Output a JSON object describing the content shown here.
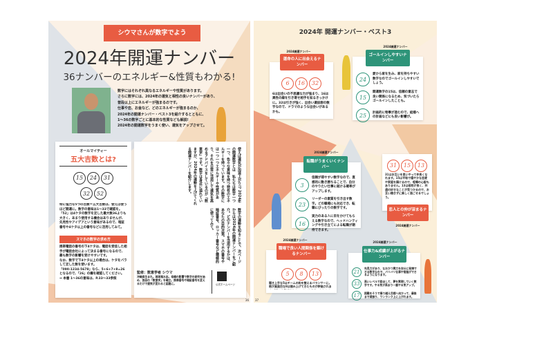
{
  "left_page": {
    "ribbon": "シウマさんが数字でよう",
    "title": "2024年開運ナンバー",
    "subtitle": "36ナンバーのエネルギー&性質もわかる!",
    "intro": [
      "数字にはそれぞれ異なるエネルギーや性質があります。",
      "さらに数字には、2024年の運気と相性の良いナンバーがあり、",
      "普段以上にエネルギーが強まるのです。",
      "仕事や恋、お金など、どのエネルギーが強まるのか、",
      "2024年の開運ナンバー・ベスト3を紹介するとともに、",
      "1〜36の数字ごとに基本的な性質なども解説!",
      "2024年の開運数字をうまく使い、運気をアップさせて。"
    ],
    "box": {
      "kicker": "オールマイティー",
      "title": "五大吉数とは?",
      "numbers": [
        "15",
        "24",
        "31",
        "32",
        "52"
      ],
      "body": "特に強力な5つの吉数＝五大吉数は、使えば使うほど開運に。数字の意味は1〜33で確認を。「52」は4ケタの数字を足した最大数36よりも大きく、あまり使用する機会はありませんが、先見性やアイデアという意味があるので、暗証番号や4ケタ以上の番号などに活用してみて。",
      "section": "スマホの数字の求め方",
      "section_body": [
        "携帯電話の番号の下4ケタは、電話を受信した相手が電話会社によって決まる番号になるので、最も数字の影響を受けやすいです。",
        "なお、数字で下4ケタ以上の場合は、ケタをバラして足した数を使います。",
        "「090-1234-5678」なら、5+6+7+8=26 となるので、「26」の欄を確認してください。",
        "⇒ 本書 1〜36の意味は、P.33〜33参照"
      ]
    },
    "article_title": "使えば運気が加速上がり!? 2024年の開運数字とは",
    "article_body": "私たちは数字一つ一つ、色々な意味を持つ特有のエネルギーを持っています。その数字には一つ一つエネルギーや性質があり、それを日常に活用して運気を高めるアドバイスをしているのが「数意学」です。数字は身近に溢れていますが、2024年の運勢を上げてくれる開運ナンバーを紹介します。",
    "article_body2": "数字の運勢を知ることで、次ページからは2024年の開運ナンバーをご紹介。どのナンバーを活用するかは、あなたの目的次第。スマホの番号や暗証番号、ロッカー番号など積極的に使ってみて。",
    "supervisor": "監修：数意学者 シウマ",
    "supervisor_bio": "沖縄県生まれ。琉球風水志。母親の影響で数字の研究を始め、独自の「数意学」を確立。携帯番号や暗証番号を変えるだけで運気が変わると話題に。",
    "qr_label": "公式ホームページ",
    "page_number": "36"
  },
  "right_page": {
    "title": "2024年 開運ナンバー・ベスト3",
    "label": "2024開運ナンバー",
    "sections": [
      {
        "heading": "運命の人に出会えるナンバー",
        "numbers": [
          "6",
          "16",
          "32"
        ],
        "text": "6は出会いの不思議な力が強まり、16は異性の縁を引き寄せ相手を知るきっかけに。32は引きが強く、出会い運抜群の数字なので、ドラマのような出会いがあるかも。"
      },
      {
        "heading": "ゴールインしやすいナンバー",
        "items": [
          {
            "n": "24",
            "t": "愛から家を生み、家を持ちやすい数字なのでゴールインしやすいでしょう。"
          },
          {
            "n": "15",
            "t": "開運数字の15は、信頼の意志で良い関係になるため、気づいたらゴールインしたことも。"
          },
          {
            "n": "25",
            "t": "計画的に物事が進むので、結婚への計画などにも良い影響が。"
          }
        ]
      },
      {
        "heading": "転職がうまくいくナンバー",
        "items": [
          {
            "n": "3",
            "t": "信頼が得やすい数字なので、直感的に動き勝ちることで、自分のやりたい仕事に就ける確率がアップします。"
          },
          {
            "n": "23",
            "t": "リーダーの素質を引き出す数字。どの職場にも対応でき、転職にぴったりの数字です。"
          },
          {
            "n": "16",
            "t": "実力のある人に目をかけてもらえる数字なので、ヘッドハンティングや引き立てによる転職が期待できます。"
          }
        ]
      },
      {
        "heading": "恋人との仲が深まるナンバー",
        "numbers": [
          "31",
          "15",
          "13"
        ],
        "text": "31はお互いを思いやって仲良くなれます。15は平和で穏やかな恋愛や家庭を築けるので、喧嘩の心配もありません。13は相性が良く、共通の好きなことが見つかるので、お互い飽きずに楽しく過ごせるでしょう。"
      },
      {
        "heading": "職場で良い人間関係を築けるナンバー",
        "numbers": [
          "5",
          "8",
          "13"
        ],
        "text": "聞き上手な5はチームの和を整えるバランサーに。根が真面目な8は積み上げてきたものが評価されます。13は人気が出やすく、とても仲良くなれますが、ちょっと調子に乗りすぎてしまうのでほどほどに。"
      },
      {
        "heading": "仕事力&成績が上がるナンバー",
        "items": [
          {
            "n": "21",
            "t": "先見力があり、なおかつ実力を存分に発揮できる数字なので、バリバリ仕事や勉強ができるようになります。"
          },
          {
            "n": "33",
            "t": "高いレベルで励まして、夢を実現していく数字です。やる気が高まり一層やる気アップ。"
          },
          {
            "n": "17",
            "t": "困難をそうで乗り越え目標へ向かって、最後まで頑張り、ワンランク上に上がれます。"
          }
        ]
      }
    ],
    "page_number": "37"
  },
  "colors": {
    "orange": "#e85c42",
    "green": "#2e9479"
  }
}
